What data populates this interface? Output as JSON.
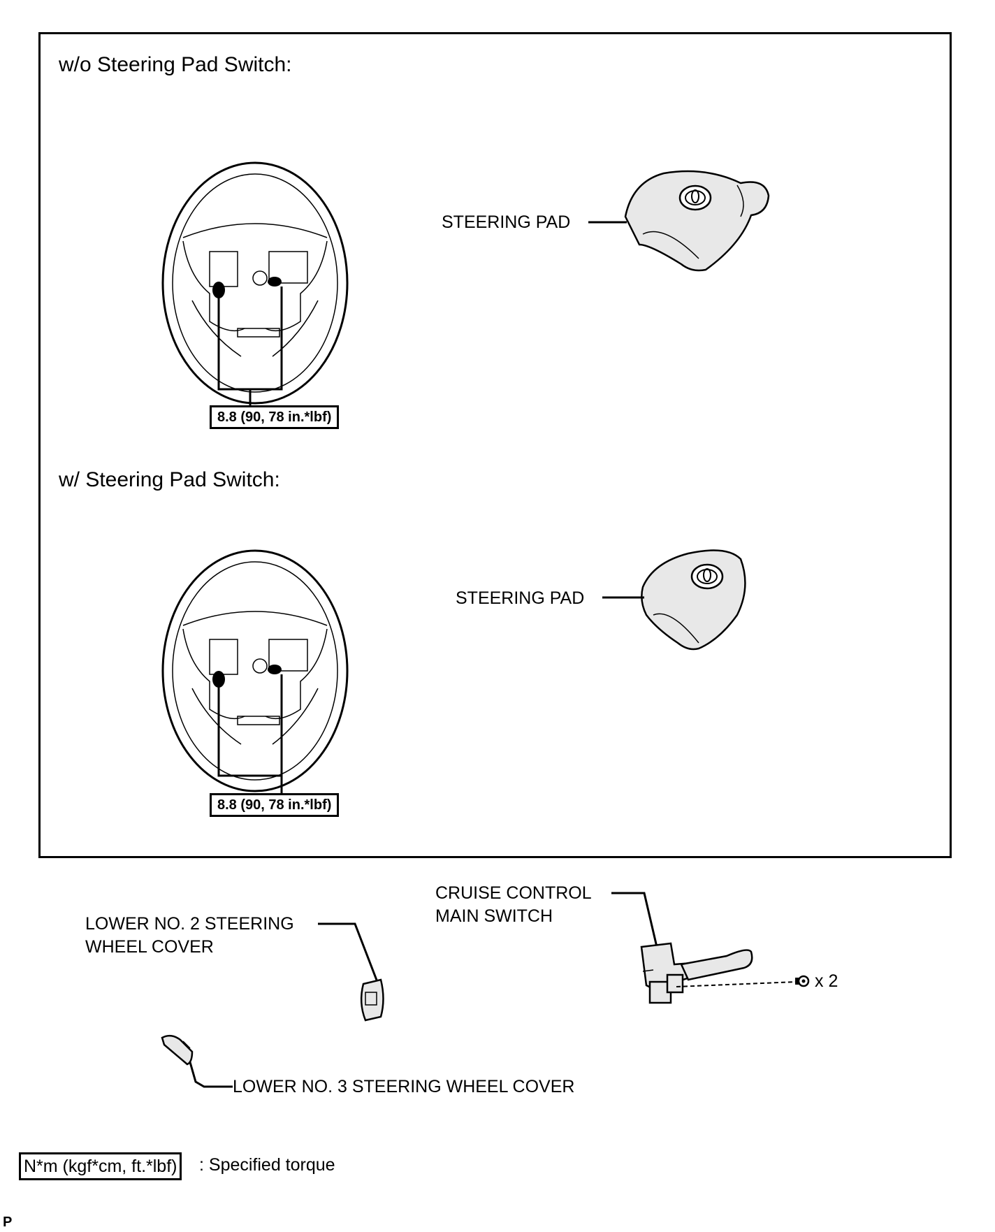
{
  "sections": {
    "without_switch": {
      "heading": "w/o Steering Pad Switch:",
      "pad_label": "STEERING PAD",
      "torque": "8.8 (90, 78 in.*lbf)"
    },
    "with_switch": {
      "heading": "w/ Steering Pad Switch:",
      "pad_label": "STEERING PAD",
      "torque": "8.8 (90, 78 in.*lbf)"
    }
  },
  "parts": {
    "cruise_line1": "CRUISE CONTROL",
    "cruise_line2": "MAIN SWITCH",
    "qty": "x 2",
    "lower2_line1": "LOWER NO. 2 STEERING",
    "lower2_line2": "WHEEL COVER",
    "lower3": "LOWER NO. 3 STEERING WHEEL COVER"
  },
  "legend": {
    "unit": "N*m (kgf*cm, ft.*lbf)",
    "text": ": Specified torque"
  },
  "footer": "P",
  "icons": [
    "steering-wheel-icon",
    "steering-pad-icon",
    "toyota-logo-icon",
    "bolt-icon",
    "cruise-switch-icon",
    "wheel-cover-icon"
  ]
}
